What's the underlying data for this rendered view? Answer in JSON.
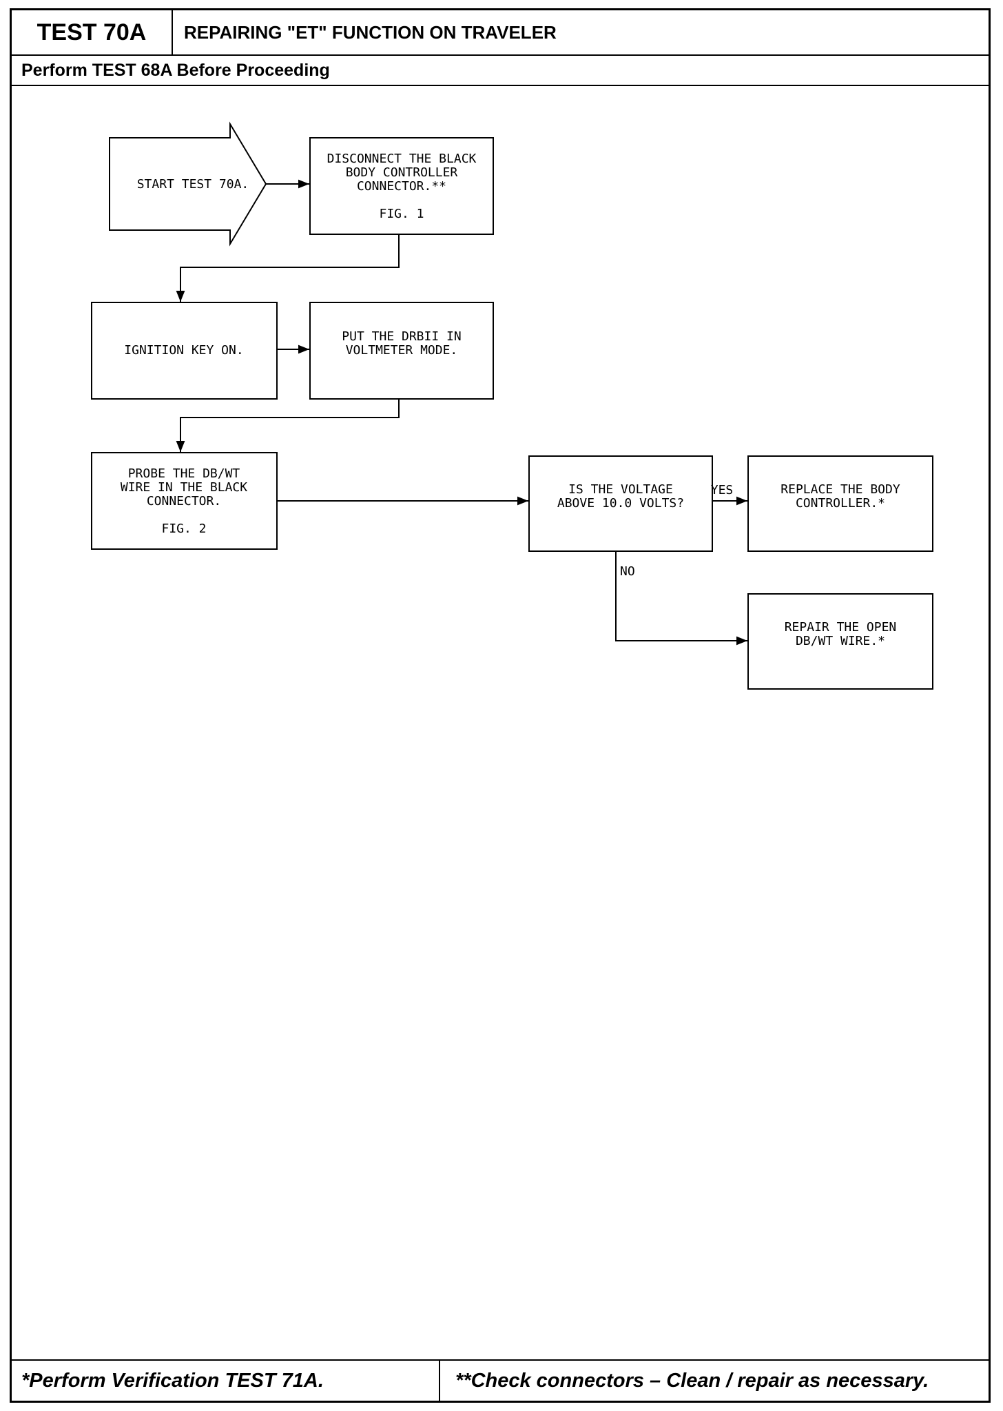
{
  "header": {
    "test_id": "TEST 70A",
    "title": "REPAIRING \"ET\" FUNCTION ON TRAVELER",
    "prerequisite": "Perform TEST 68A Before Proceeding"
  },
  "flowchart": {
    "start": [
      "START TEST 70A."
    ],
    "disconnect": [
      "DISCONNECT THE BLACK",
      "BODY CONTROLLER",
      "CONNECTOR.**",
      "",
      "FIG. 1"
    ],
    "ignition": [
      "IGNITION KEY ON."
    ],
    "voltmeter": [
      "PUT THE DRBII IN",
      "VOLTMETER MODE."
    ],
    "probe": [
      "PROBE THE DB/WT",
      "WIRE IN THE BLACK",
      "CONNECTOR.",
      "",
      "FIG. 2"
    ],
    "decision": [
      "IS THE VOLTAGE",
      "ABOVE 10.0 VOLTS?"
    ],
    "replace": [
      "REPLACE THE BODY",
      "CONTROLLER.*"
    ],
    "repair": [
      "REPAIR THE OPEN",
      "DB/WT WIRE.*"
    ],
    "yes_label": "YES",
    "no_label": "NO"
  },
  "footer": {
    "note_single": "*Perform Verification TEST 71A.",
    "note_double": "**Check connectors – Clean / repair as necessary."
  }
}
